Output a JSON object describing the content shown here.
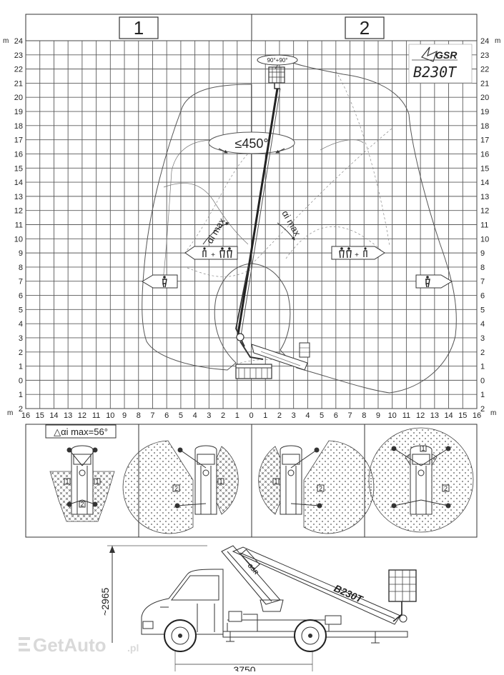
{
  "working_range": {
    "zones": [
      "1",
      "2"
    ],
    "unit": "m",
    "height_labels": [
      "2",
      "1",
      "0",
      "1",
      "2",
      "3",
      "4",
      "5",
      "6",
      "7",
      "8",
      "9",
      "10",
      "11",
      "12",
      "13",
      "14",
      "15",
      "16",
      "17",
      "18",
      "19",
      "20",
      "21",
      "22",
      "23",
      "24"
    ],
    "outreach_labels": [
      "16",
      "15",
      "14",
      "13",
      "12",
      "11",
      "10",
      "9",
      "8",
      "7",
      "6",
      "5",
      "4",
      "3",
      "2",
      "1",
      "0",
      "1",
      "2",
      "3",
      "4",
      "5",
      "6",
      "7",
      "8",
      "9",
      "10",
      "11",
      "12",
      "13",
      "14",
      "15",
      "16"
    ],
    "basket_rotation": "90°+90°",
    "turret_rotation": "≤450°",
    "load_left": "+",
    "load_right": "+",
    "alpha_max_left": "αi max",
    "alpha_max_right": "αi max"
  },
  "brand": {
    "logo": "GSR",
    "model": "B230T"
  },
  "slope_panel": {
    "title": "△αi max=56°",
    "quadrant_labels": [
      "1",
      "2"
    ]
  },
  "truck": {
    "height_dim": "~2965",
    "length_dim": "3750",
    "boom_label": "B230T",
    "arm_label": "GSR"
  },
  "watermark": {
    "text": "GetAuto",
    "suffix": ".pl"
  },
  "colors": {
    "line": "#333333",
    "grid": "#5a5a5a",
    "watermark": "#d9d9d9"
  }
}
